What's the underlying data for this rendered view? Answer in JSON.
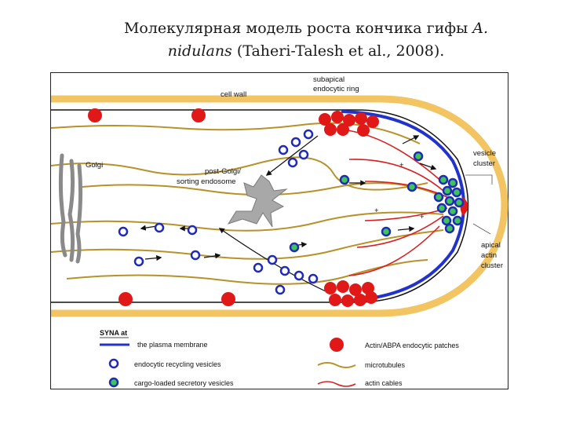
{
  "title": {
    "line1_prefix": "Молекулярная модель роста кончика гифы ",
    "line1_species_a": "A.",
    "line2_species_b": "nidulans",
    "line2_citation": " (Taheri-Talesh et al., 2008)."
  },
  "diagram": {
    "labels": {
      "subapical_1": "subapical",
      "subapical_2": "endocytic ring",
      "cell_wall": "cell wall",
      "golgi": "Golgi",
      "post_golgi_1": "post-Golgi/",
      "post_golgi_2": "sorting endosome",
      "vesicle_cluster_1": "vesicle",
      "vesicle_cluster_2": "cluster",
      "apical_actin_1": "apical",
      "apical_actin_2": "actin",
      "apical_actin_3": "cluster",
      "plus_sign": "+"
    },
    "legend": {
      "header": "SYNA at",
      "plasma_membrane": "the plasma membrane",
      "endocytic_vesicles": "endocytic recycling vesicles",
      "cargo_vesicles": "cargo-loaded secretory vesicles",
      "actin_patches": "Actin/ABPA endocytic patches",
      "microtubules": "microtubules",
      "actin_cables": "actin cables"
    },
    "colors": {
      "cell_wall": "#f2c462",
      "membrane": "#2233cc",
      "patch": "#e01818",
      "microtubule": "#b8912a",
      "actin_cable": "#d82020",
      "golgi": "#9a9a9a",
      "vesicle_ring": "#1f2bb8",
      "cargo_fill": "#3fc45a"
    }
  }
}
